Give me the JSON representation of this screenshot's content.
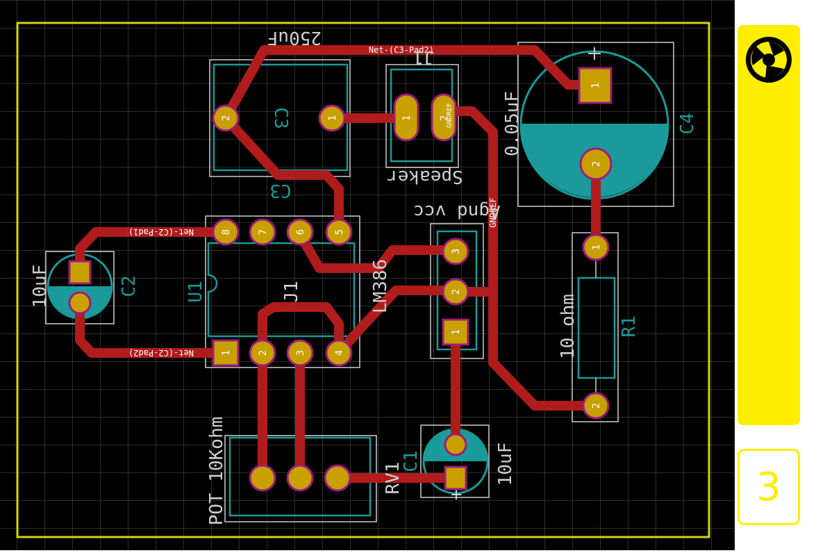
{
  "step": "3",
  "colors": {
    "background": "#000000",
    "trace": "#b01c1c",
    "copper_pad": "#c8a000",
    "silk": "#cfcfcf",
    "courtyard": "#1a9a9a",
    "edge_cut": "#d6d600",
    "panel": "#ffee00"
  },
  "icons": {
    "logo": "fusion-logo-icon"
  },
  "net_labels": {
    "c3_pad2": "Net-(C3-Pad2)",
    "c2_pad1": "Net-(C2-Pad1)",
    "c2_pad2": "Net-(C2-Pad2)",
    "gndref": "GNDREF"
  },
  "components": {
    "c3": {
      "value": "250uF",
      "ref": "C3",
      "ref2": "C3"
    },
    "speaker": {
      "ref": "J1",
      "value": "Speaker"
    },
    "c4": {
      "value": "0.05uF",
      "ref": "C4"
    },
    "c2": {
      "value": "10uF",
      "ref": "C2"
    },
    "u1": {
      "ref": "U1",
      "value": "LM386",
      "alt": "J1"
    },
    "conn": {
      "label": "Agnd vcc"
    },
    "r1": {
      "value": "10 ohm",
      "ref": "R1"
    },
    "pot": {
      "value": "POT 10Kohm",
      "ref": "RV1"
    },
    "c1": {
      "value": "10uF",
      "ref": "C1"
    }
  },
  "pads": {
    "c3": [
      "2",
      "1"
    ],
    "speaker": [
      "1",
      "2"
    ],
    "c4": [
      "1",
      "2"
    ],
    "c2": [
      "",
      ""
    ],
    "u1_top": [
      "8",
      "7",
      "6",
      "5"
    ],
    "u1_bottom": [
      "1",
      "2",
      "3",
      "4"
    ],
    "conn": [
      "3",
      "2",
      "1"
    ],
    "r1": [
      "1",
      "2"
    ],
    "c4_plus": "+",
    "c1_plus": "+"
  }
}
